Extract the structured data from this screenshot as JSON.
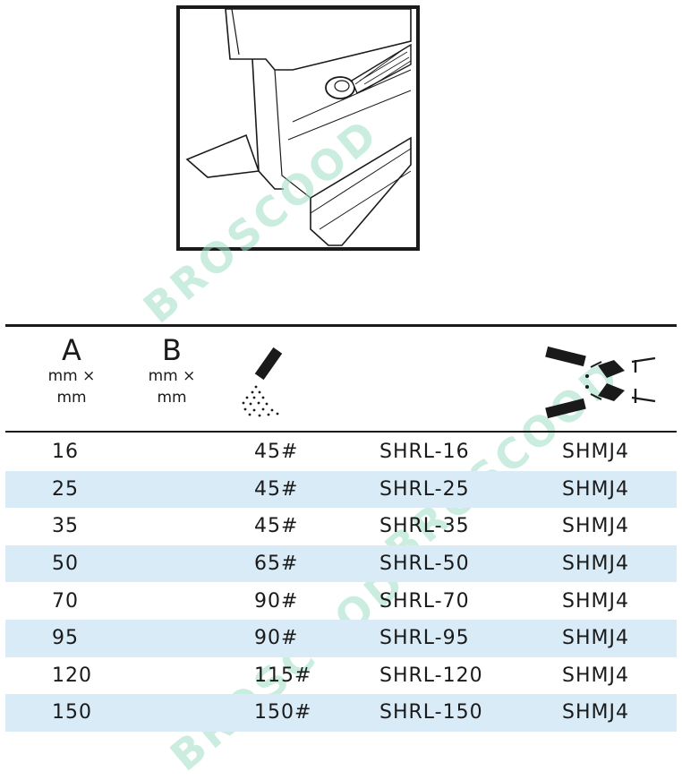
{
  "watermark": "BROSCOOD",
  "header": {
    "col_a": {
      "letter": "A",
      "unit1": "mm ×",
      "unit2": "mm"
    },
    "col_b": {
      "letter": "B",
      "unit1": "mm ×",
      "unit2": "mm"
    },
    "col_powder_icon": "welding-powder-icon",
    "col_crucible_icon": "crucible-clamp-icon"
  },
  "rows": [
    [
      "16",
      "45#",
      "SHRL-16",
      "SHMJ4"
    ],
    [
      "25",
      "45#",
      "SHRL-25",
      "SHMJ4"
    ],
    [
      "35",
      "45#",
      "SHRL-35",
      "SHMJ4"
    ],
    [
      "50",
      "65#",
      "SHRL-50",
      "SHMJ4"
    ],
    [
      "70",
      "90#",
      "SHRL-70",
      "SHMJ4"
    ],
    [
      "95",
      "90#",
      "SHRL-95",
      "SHMJ4"
    ],
    [
      "120",
      "115#",
      "SHRL-120",
      "SHMJ4"
    ],
    [
      "150",
      "150#",
      "SHRL-150",
      "SHMJ4"
    ]
  ],
  "colors": {
    "row_alt": "#d8ebf7",
    "watermark": "#9fe0c6",
    "ink": "#1a1a1a"
  }
}
